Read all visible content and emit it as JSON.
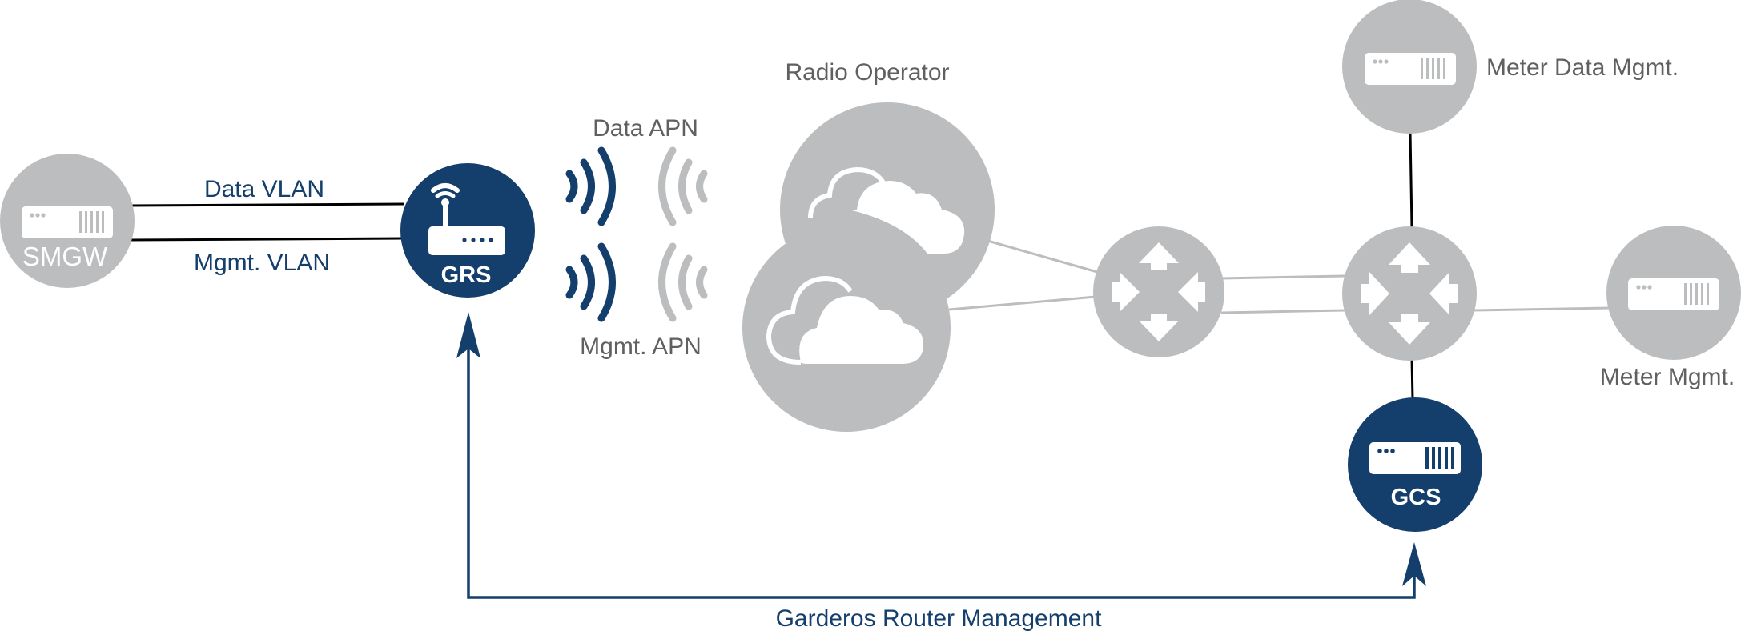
{
  "diagram": {
    "colors": {
      "navy": "#143e6c",
      "node_gray": "#bcbdbf",
      "label_gray": "#606060",
      "link_black": "#000000"
    },
    "nodes": {
      "smgw": {
        "label": "SMGW",
        "icon": "server-icon",
        "style": "gray"
      },
      "grs": {
        "label": "GRS",
        "icon": "wifi-router-icon",
        "style": "navy"
      },
      "radio_operator": {
        "label": "Radio Operator",
        "icon": "cloud-icon",
        "count": 2,
        "style": "gray"
      },
      "router_1": {
        "icon": "router-arrows-icon",
        "style": "gray"
      },
      "router_2": {
        "icon": "router-arrows-icon",
        "style": "gray"
      },
      "meter_data_mgmt": {
        "label": "Meter Data Mgmt.",
        "icon": "server-icon",
        "style": "gray"
      },
      "meter_mgmt": {
        "label": "Meter Mgmt.",
        "icon": "server-icon",
        "style": "gray"
      },
      "gcs": {
        "label": "GCS",
        "icon": "server-icon",
        "style": "navy"
      }
    },
    "links": {
      "data_vlan": {
        "label": "Data VLAN",
        "from": "SMGW",
        "to": "GRS"
      },
      "mgmt_vlan": {
        "label": "Mgmt. VLAN",
        "from": "SMGW",
        "to": "GRS"
      },
      "data_apn": {
        "label": "Data APN",
        "icon": "radio-waves-icon"
      },
      "mgmt_apn": {
        "label": "Mgmt. APN",
        "icon": "radio-waves-icon"
      },
      "router_management": {
        "label": "Garderos Router Management",
        "from": "GCS",
        "to": "GRS",
        "bidirectional": true
      }
    }
  }
}
